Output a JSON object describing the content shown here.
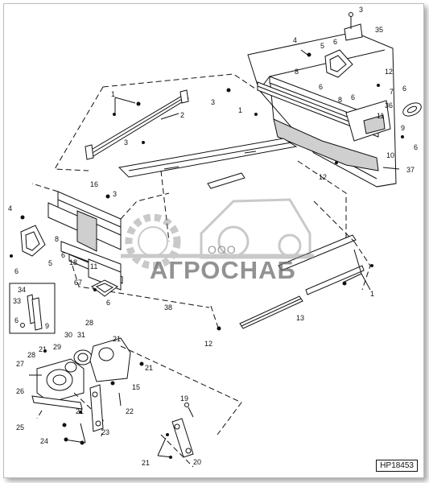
{
  "diagram": {
    "reference_code": "HP18453",
    "watermark": {
      "small_text": "ООО",
      "brand_text": "АГРОСНАБ"
    },
    "callouts": [
      {
        "id": "c1",
        "label": "3"
      },
      {
        "id": "c2",
        "label": "35"
      },
      {
        "id": "c3",
        "label": "4"
      },
      {
        "id": "c4",
        "label": "5"
      },
      {
        "id": "c5",
        "label": "6"
      },
      {
        "id": "c6",
        "label": "12"
      },
      {
        "id": "c7",
        "label": "8"
      },
      {
        "id": "c8",
        "label": "6"
      },
      {
        "id": "c9",
        "label": "7"
      },
      {
        "id": "c10",
        "label": "6"
      },
      {
        "id": "c11",
        "label": "8"
      },
      {
        "id": "c12",
        "label": "36"
      },
      {
        "id": "c13",
        "label": "6"
      },
      {
        "id": "c14",
        "label": "11"
      },
      {
        "id": "c15",
        "label": "1"
      },
      {
        "id": "c16",
        "label": "3"
      },
      {
        "id": "c17",
        "label": "2"
      },
      {
        "id": "c18",
        "label": "1"
      },
      {
        "id": "c19",
        "label": "3"
      },
      {
        "id": "c20",
        "label": "9"
      },
      {
        "id": "c21",
        "label": "6"
      },
      {
        "id": "c22",
        "label": "10"
      },
      {
        "id": "c23",
        "label": "12"
      },
      {
        "id": "c24",
        "label": "37"
      },
      {
        "id": "c25",
        "label": "16"
      },
      {
        "id": "c26",
        "label": "3"
      },
      {
        "id": "c27",
        "label": "4"
      },
      {
        "id": "c28",
        "label": "8"
      },
      {
        "id": "c29",
        "label": "6"
      },
      {
        "id": "c30",
        "label": "5"
      },
      {
        "id": "c31",
        "label": "18"
      },
      {
        "id": "c32",
        "label": "11"
      },
      {
        "id": "c33",
        "label": "6"
      },
      {
        "id": "c34",
        "label": "67"
      },
      {
        "id": "c35",
        "label": "6"
      },
      {
        "id": "c36",
        "label": "38"
      },
      {
        "id": "c37",
        "label": "1"
      },
      {
        "id": "c38",
        "label": "13"
      },
      {
        "id": "c39",
        "label": "12"
      },
      {
        "id": "c40",
        "label": "34"
      },
      {
        "id": "c41",
        "label": "33"
      },
      {
        "id": "c42",
        "label": "6"
      },
      {
        "id": "c43",
        "label": "9"
      },
      {
        "id": "c44",
        "label": "28"
      },
      {
        "id": "c45",
        "label": "30"
      },
      {
        "id": "c46",
        "label": "31"
      },
      {
        "id": "c47",
        "label": "21"
      },
      {
        "id": "c48",
        "label": "29"
      },
      {
        "id": "c49",
        "label": "28"
      },
      {
        "id": "c50",
        "label": "21"
      },
      {
        "id": "c51",
        "label": "27"
      },
      {
        "id": "c52",
        "label": "21"
      },
      {
        "id": "c53",
        "label": "15"
      },
      {
        "id": "c54",
        "label": "26"
      },
      {
        "id": "c55",
        "label": "22"
      },
      {
        "id": "c56",
        "label": "21"
      },
      {
        "id": "c57",
        "label": "25"
      },
      {
        "id": "c58",
        "label": "23"
      },
      {
        "id": "c59",
        "label": "24"
      },
      {
        "id": "c60",
        "label": "19"
      },
      {
        "id": "c61",
        "label": "21"
      },
      {
        "id": "c62",
        "label": "20"
      }
    ]
  }
}
